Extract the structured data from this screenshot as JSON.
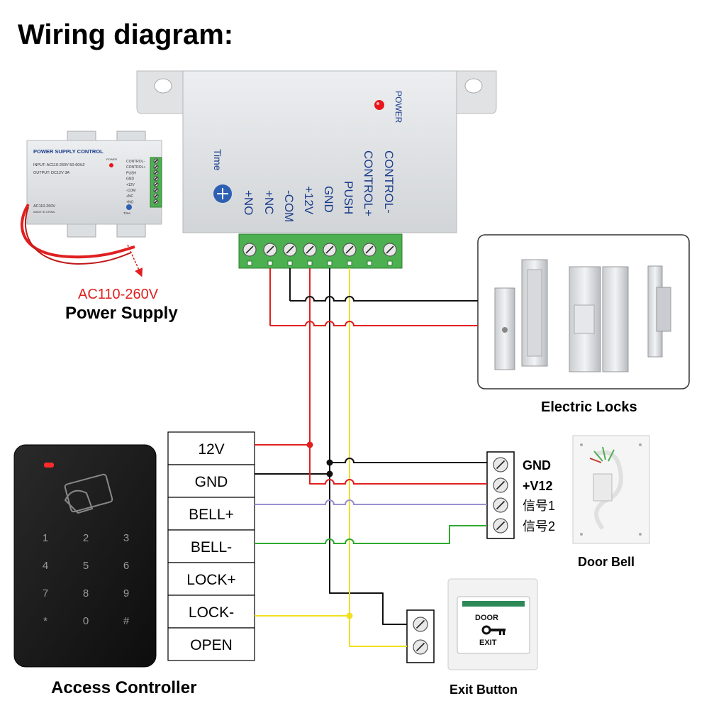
{
  "title": "Wiring diagram:",
  "power_supply": {
    "ac_label": "AC110-260V",
    "caption": "Power Supply",
    "small_title": "POWER SUPPLY CONTROL",
    "small_input": "INPUT: AC110-260V 50-60HZ",
    "small_output": "OUTPUT: DC12V  3A",
    "small_ac": "AC110-260V",
    "small_made": "MADE IN CHINA",
    "small_power": "POWER",
    "small_time": "Time",
    "small_terminals": [
      "CONTROL-",
      "CONTROL+",
      "PUSH",
      "GND",
      "+12V",
      "-COM",
      "+NC",
      "+NO"
    ]
  },
  "main_unit": {
    "power_label": "POWER",
    "time_label": "Time",
    "terminals": [
      "+NO",
      "+NC",
      "-COM",
      "+12V",
      "GND",
      "PUSH",
      "CONTROL+",
      "CONTROL-"
    ]
  },
  "electric_locks": {
    "caption": "Electric Locks"
  },
  "controller": {
    "caption": "Access Controller",
    "terminals": [
      "12V",
      "GND",
      "BELL+",
      "BELL-",
      "LOCK+",
      "LOCK-",
      "OPEN"
    ],
    "keys": [
      "1",
      "2",
      "3",
      "4",
      "5",
      "6",
      "7",
      "8",
      "9",
      "*",
      "0",
      "#"
    ]
  },
  "door_bell": {
    "caption": "Door Bell",
    "terminals": [
      "GND",
      "+V12",
      "信号1",
      "信号2"
    ]
  },
  "exit_button": {
    "caption": "Exit Button",
    "line1": "DOOR",
    "line2": "EXIT"
  },
  "wire_colors": {
    "red": "#e02020",
    "black": "#111111",
    "yellow": "#f0e020",
    "purple": "#9a8fd0",
    "green": "#2faa2f"
  },
  "accent": {
    "terminal_green": "#4caf50",
    "power_led": "#e8161c"
  }
}
